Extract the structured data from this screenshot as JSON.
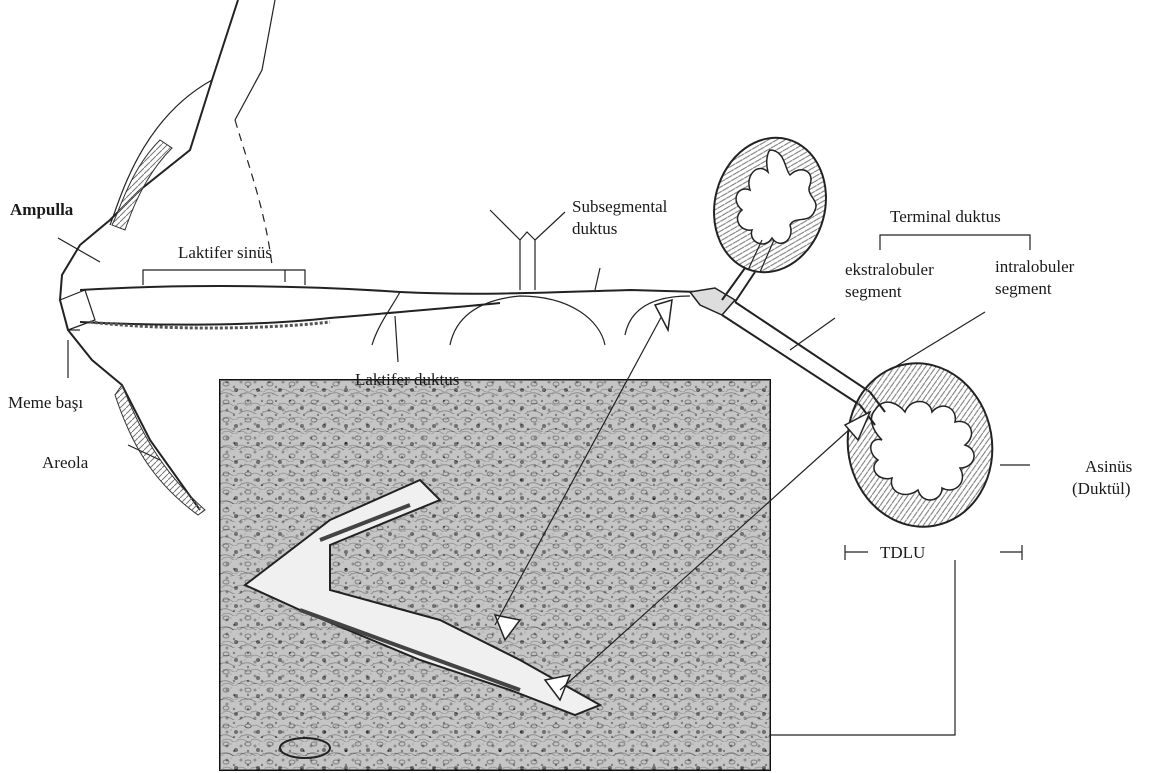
{
  "labels": {
    "ampulla": "Ampulla",
    "laktifer_sinus": "Laktifer sinüs",
    "subsegmental_1": "Subsegmental",
    "subsegmental_2": "duktus",
    "terminal_duktus": "Terminal duktus",
    "ekstralobuler_1": "ekstralobuler",
    "ekstralobuler_2": "segment",
    "intralobuler_1": "intralobuler",
    "intralobuler_2": "segment",
    "laktifer_duktus": "Laktifer duktus",
    "meme_basi": "Meme başı",
    "areola": "Areola",
    "asinus_1": "Asinüs",
    "asinus_2": "(Duktül)",
    "tdlu": "TDLU"
  }
}
